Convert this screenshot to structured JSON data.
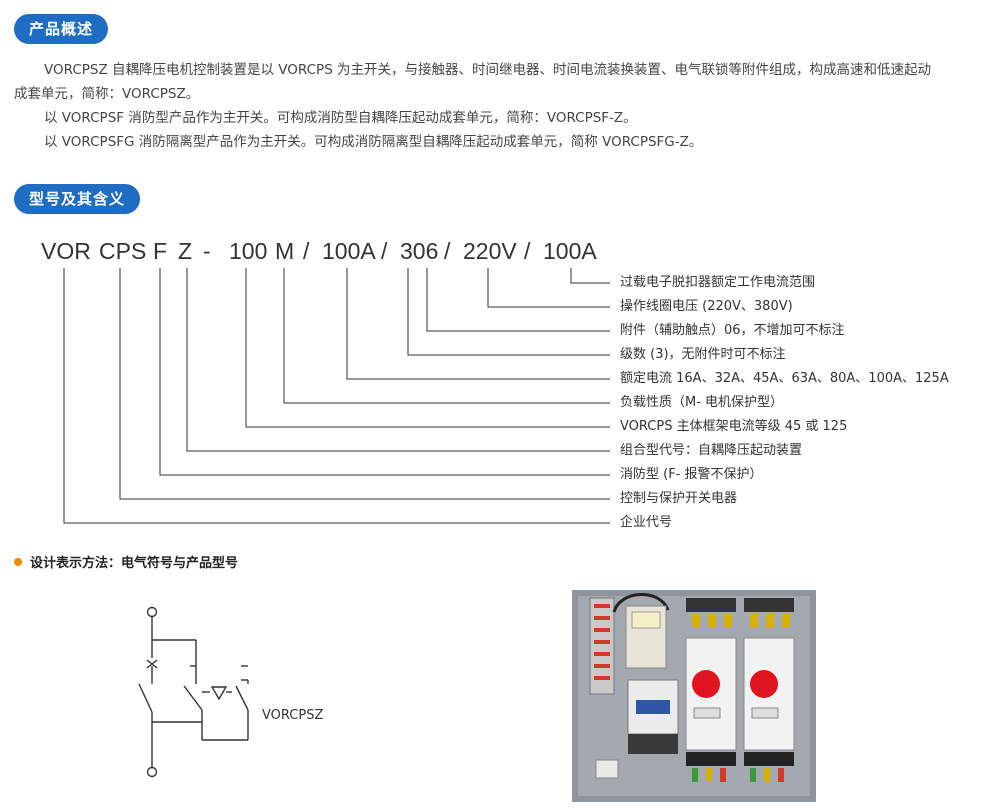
{
  "sections": {
    "overview_title": "产品概述",
    "model_title": "型号及其含义"
  },
  "overview": {
    "para1_line1": "VORCPSZ 自耦降压电机控制装置是以 VORCPS 为主开关，与接触器、时间继电器、时间电流装换装置、电气联锁等附件组成，构成高速和低速起动",
    "para1_line2": "成套单元，简称：VORCPSZ。",
    "para2": "以 VORCPSF 消防型产品作为主开关。可构成消防型自耦降压起动成套单元，简称：VORCPSF-Z。",
    "para3": "以 VORCPSFG 消防隔离型产品作为主开关。可构成消防隔离型自耦降压起动成套单元，简称 VORCPSFG-Z。"
  },
  "model_code": {
    "parts": [
      "VOR",
      "CPS",
      "F",
      "Z",
      "-",
      "100",
      "M",
      "/",
      "100A",
      "/",
      "306",
      "/",
      "220V",
      "/",
      "100A"
    ]
  },
  "descriptions": [
    "过载电子脱扣器额定工作电流范围",
    "操作线圈电压 (220V、380V)",
    "附件（辅助触点）06，不增加可不标注",
    "级数 (3)，无附件时可不标注",
    "额定电流 16A、32A、45A、63A、80A、100A、125A",
    "负载性质（M- 电机保护型）",
    "VORCPS 主体框架电流等级 45 或 125",
    "组合型代号：自耦降压起动装置",
    "消防型 (F- 报警不保护）",
    "控制与保护开关电器",
    "企业代号"
  ],
  "symbol_section": {
    "title": "设计表示方法：电气符号与产品型号",
    "label": "VORCPSZ"
  },
  "colors": {
    "pill": "#1f6dc2",
    "bullet": "#f08a00",
    "red_knob": "#e0141e",
    "panel": "#8f959c"
  }
}
